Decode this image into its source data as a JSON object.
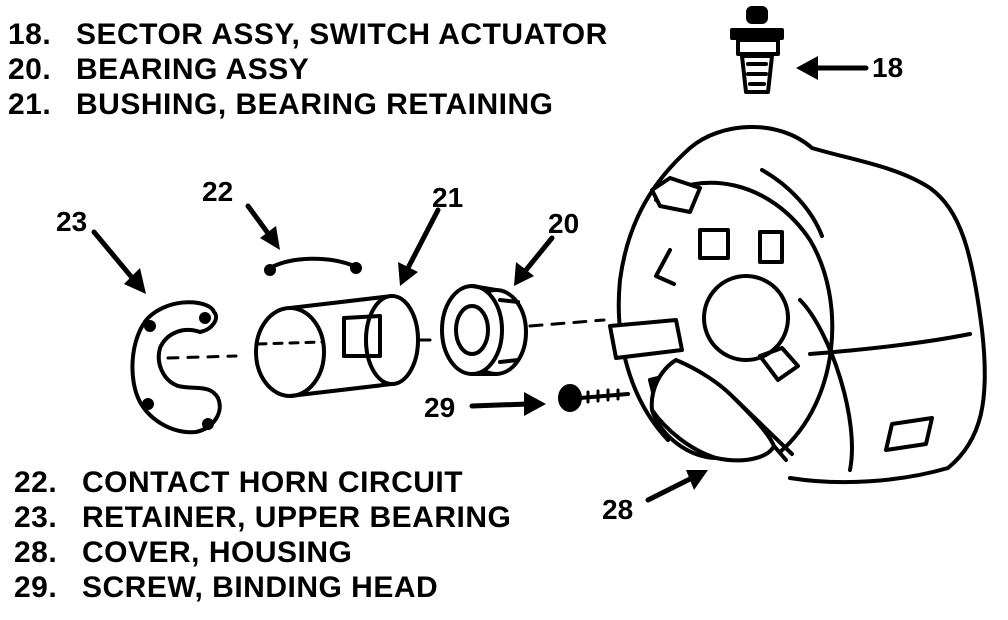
{
  "legend_top": [
    {
      "number": "18.",
      "text": "SECTOR ASSY, SWITCH ACTUATOR"
    },
    {
      "number": "20.",
      "text": "BEARING ASSY"
    },
    {
      "number": "21.",
      "text": "BUSHING, BEARING RETAINING"
    }
  ],
  "legend_bottom": [
    {
      "number": "22.",
      "text": "CONTACT HORN CIRCUIT"
    },
    {
      "number": "23.",
      "text": "RETAINER, UPPER BEARING"
    },
    {
      "number": "28.",
      "text": "COVER, HOUSING"
    },
    {
      "number": "29.",
      "text": "SCREW, BINDING HEAD"
    }
  ],
  "callouts": {
    "c18": "18",
    "c20": "20",
    "c21": "21",
    "c22": "22",
    "c23": "23",
    "c28": "28",
    "c29": "29"
  },
  "colors": {
    "ink": "#000000",
    "paper": "#ffffff"
  }
}
